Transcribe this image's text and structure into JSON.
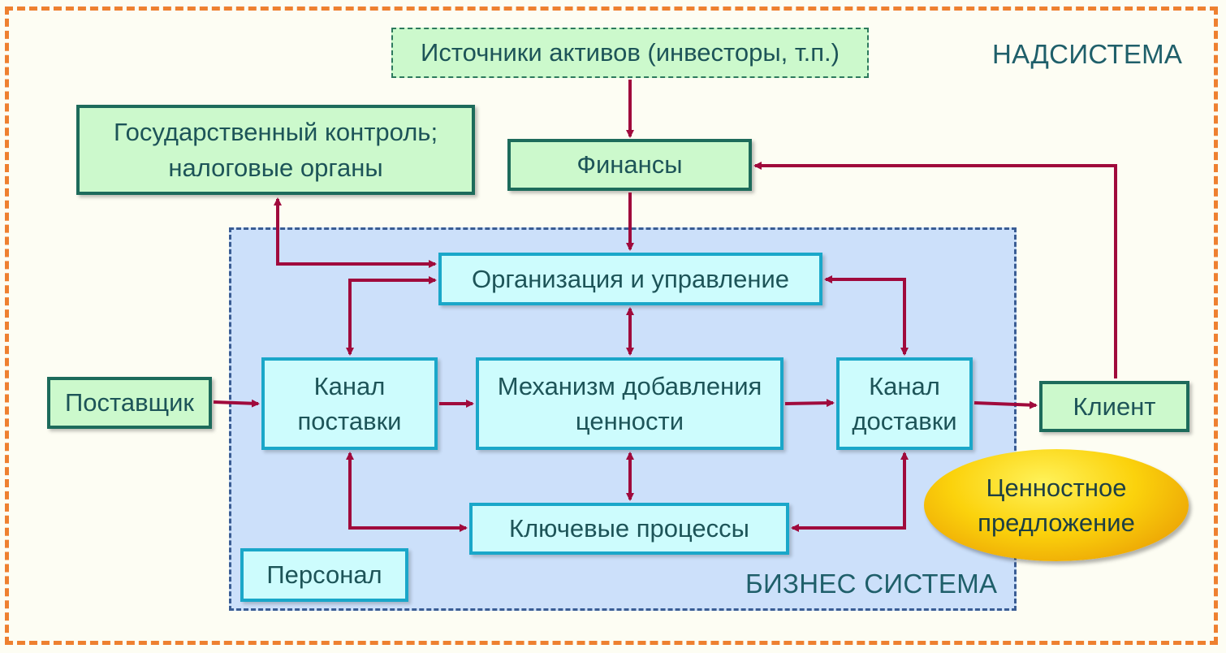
{
  "labels": {
    "supersystem": "НАДСИСТЕМА",
    "business_system": "БИЗНЕС СИСТЕМА"
  },
  "nodes": {
    "asset_sources": "Источники активов (инвесторы, т.п.)",
    "state_control_line1": "Государственный контроль;",
    "state_control_line2": "налоговые органы",
    "finance": "Финансы",
    "organization": "Организация и управление",
    "supplier": "Поставщик",
    "supply_channel_line1": "Канал",
    "supply_channel_line2": "поставки",
    "value_mechanism_line1": "Механизм добавления",
    "value_mechanism_line2": "ценности",
    "delivery_channel_line1": "Канал",
    "delivery_channel_line2": "доставки",
    "client": "Клиент",
    "key_processes": "Ключевые процессы",
    "personnel": "Персонал",
    "value_proposition_line1": "Ценностное",
    "value_proposition_line2": "предложение"
  },
  "colors": {
    "arrow": "#a00a3c",
    "outer_border": "#ee8030",
    "business_bg": "#cce0fa",
    "external_box_bg": "#ccf9cc",
    "internal_box_bg": "#cdfcfd"
  }
}
